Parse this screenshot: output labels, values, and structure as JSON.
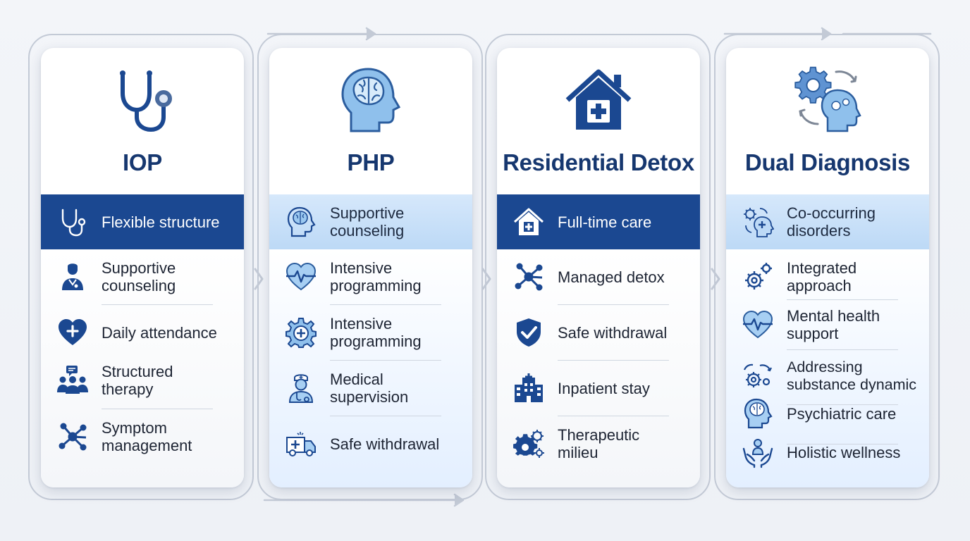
{
  "colors": {
    "navy": "#1b4891",
    "light_blue": "#bcd9f6",
    "title": "#16376f",
    "outline": "#c3cad6"
  },
  "cards": [
    {
      "title": "IOP",
      "header_icon": "stethoscope-icon",
      "highlight": {
        "icon": "stethoscope-icon",
        "text": "Flexible structure"
      },
      "items": [
        {
          "icon": "doctor-icon",
          "text": "Supportive counseling"
        },
        {
          "icon": "heart-plus-icon",
          "text": "Daily attendance"
        },
        {
          "icon": "group-chat-icon",
          "text": "Structured therapy"
        },
        {
          "icon": "network-icon",
          "text": "Symptom management"
        }
      ]
    },
    {
      "title": "PHP",
      "header_icon": "brain-head-icon",
      "highlight": {
        "icon": "brain-head-icon",
        "text": "Supportive counseling"
      },
      "items": [
        {
          "icon": "heartbeat-icon",
          "text": "Intensive programming"
        },
        {
          "icon": "gear-plus-icon",
          "text": "Intensive programming"
        },
        {
          "icon": "nurse-icon",
          "text": "Medical supervision"
        },
        {
          "icon": "ambulance-icon",
          "text": "Safe withdrawal"
        }
      ]
    },
    {
      "title": "Residential Detox",
      "header_icon": "house-plus-icon",
      "highlight": {
        "icon": "house-plus-icon",
        "text": "Full-time care"
      },
      "items": [
        {
          "icon": "network-icon",
          "text": "Managed detox"
        },
        {
          "icon": "shield-check-icon",
          "text": "Safe withdrawal"
        },
        {
          "icon": "hospital-icon",
          "text": "Inpatient stay"
        },
        {
          "icon": "gears-icon",
          "text": "Therapeutic milieu"
        }
      ]
    },
    {
      "title": "Dual Diagnosis",
      "header_icon": "gears-head-icon",
      "highlight": {
        "icon": "gears-head-icon",
        "text": "Co-occurring disorders"
      },
      "items": [
        {
          "icon": "gears-icon",
          "text": "Integrated approach"
        },
        {
          "icon": "heartbeat-icon",
          "text": "Mental health support"
        },
        {
          "icon": "gear-cycle-icon",
          "text": "Addressing substance dynamic"
        },
        {
          "icon": "brain-head-icon",
          "text": "Psychiatric care"
        },
        {
          "icon": "hands-person-icon",
          "text": "Holistic wellness"
        }
      ]
    }
  ]
}
